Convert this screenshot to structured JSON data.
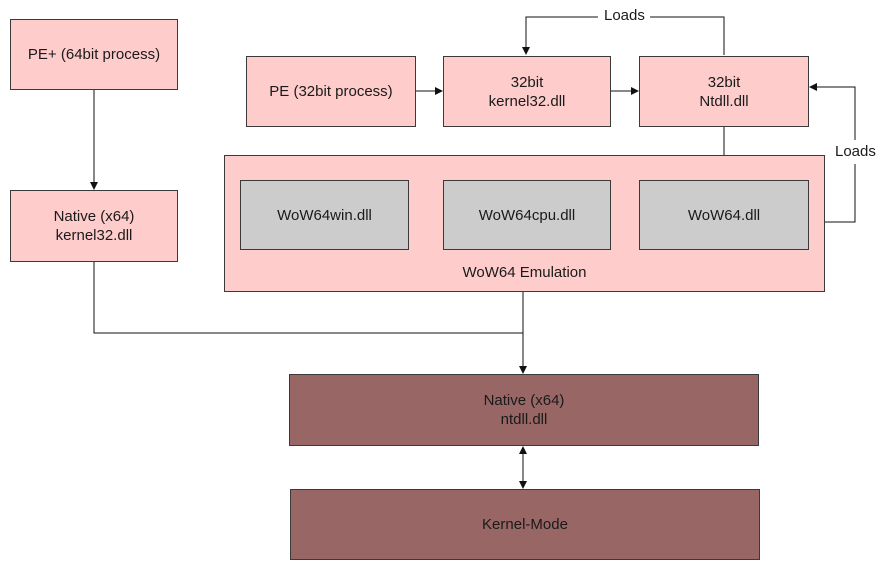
{
  "nodes": {
    "pe64": "PE+ (64bit process)",
    "native_k32": [
      "Native (x64)",
      "kernel32.dll"
    ],
    "pe32": "PE (32bit process)",
    "k32_32": [
      "32bit",
      "kernel32.dll"
    ],
    "ntdll_32": [
      "32bit",
      "Ntdll.dll"
    ],
    "wow64win": "WoW64win.dll",
    "wow64cpu": "WoW64cpu.dll",
    "wow64": "WoW64.dll",
    "wow64_emulation": "WoW64 Emulation",
    "native_ntdll": [
      "Native (x64)",
      "ntdll.dll"
    ],
    "kernel_mode": "Kernel-Mode"
  },
  "edge_labels": {
    "loads_top": "Loads",
    "loads_right": "Loads"
  },
  "colors": {
    "user_mode_box": "#ffcccc",
    "emulation_dll": "#cccccc",
    "native_layer": "#996666"
  }
}
